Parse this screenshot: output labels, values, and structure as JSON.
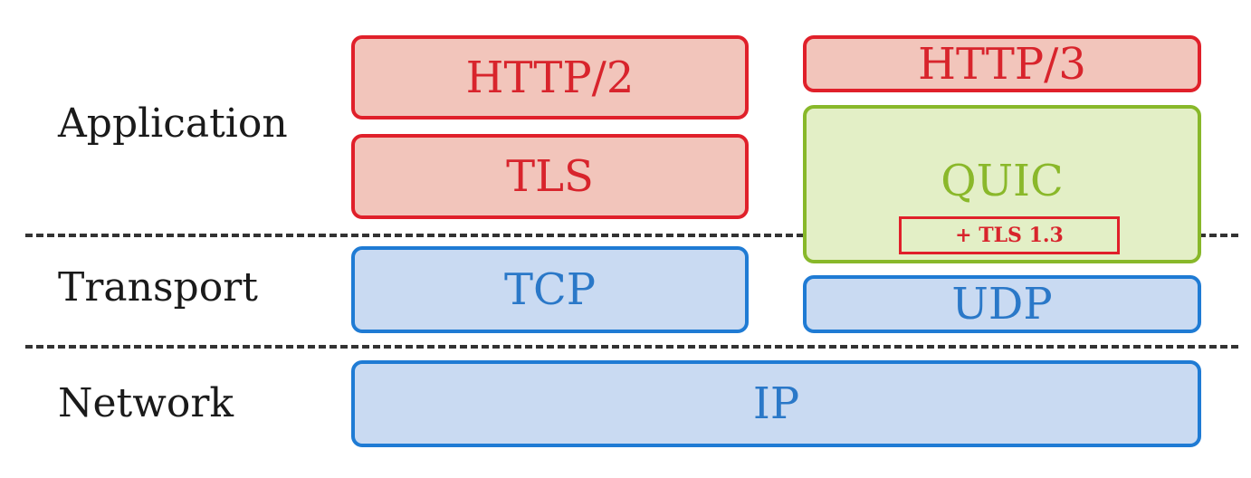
{
  "layers": {
    "application": "Application",
    "transport": "Transport",
    "network": "Network"
  },
  "stack_left": {
    "http": "HTTP/2",
    "tls": "TLS",
    "tcp": "TCP"
  },
  "stack_right": {
    "http": "HTTP/3",
    "quic": "QUIC",
    "quic_tls": "+ TLS 1.3",
    "udp": "UDP"
  },
  "shared": {
    "ip": "IP"
  },
  "colors": {
    "application_fill": "#f2c5bb",
    "application_stroke": "#e0202a",
    "transport_fill": "#c9daf2",
    "transport_stroke": "#1f7bd4",
    "quic_fill": "#e3efc6",
    "quic_stroke": "#88b82a"
  }
}
